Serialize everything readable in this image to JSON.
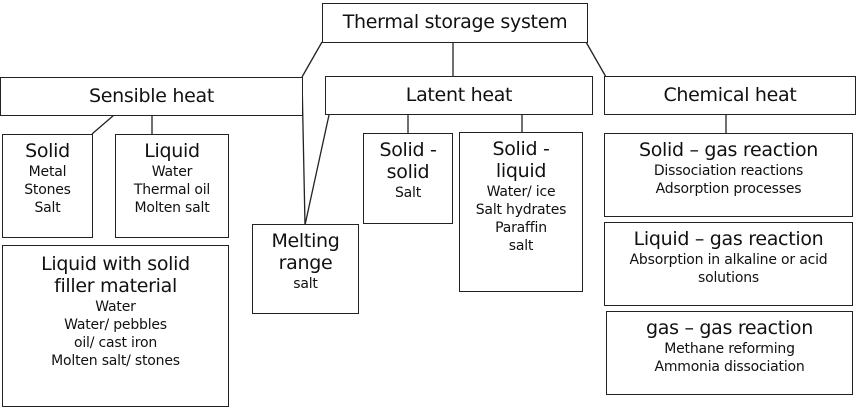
{
  "diagram": {
    "root": {
      "title": "Thermal storage system"
    },
    "sensible": {
      "title": "Sensible heat",
      "solid": {
        "title": "Solid",
        "items": [
          "Metal",
          "Stones",
          "Salt"
        ]
      },
      "liquid": {
        "title": "Liquid",
        "items": [
          "Water",
          "Thermal oil",
          "Molten salt"
        ]
      },
      "filler": {
        "title_lines": [
          "Liquid with solid",
          "filler material"
        ],
        "items": [
          "Water",
          "Water/ pebbles",
          "oil/ cast iron",
          "Molten salt/ stones"
        ]
      }
    },
    "melting": {
      "title_lines": [
        "Melting",
        "range"
      ],
      "items": [
        "salt"
      ]
    },
    "latent": {
      "title": "Latent heat",
      "solid_solid": {
        "title_lines": [
          "Solid -",
          "solid"
        ],
        "items": [
          "Salt"
        ]
      },
      "solid_liquid": {
        "title_lines": [
          "Solid -",
          "liquid"
        ],
        "items": [
          "Water/ ice",
          "Salt hydrates",
          "Paraffin",
          "salt"
        ]
      }
    },
    "chemical": {
      "title": "Chemical heat",
      "solid_gas": {
        "title": "Solid – gas reaction",
        "items": [
          "Dissociation reactions",
          "Adsorption processes"
        ]
      },
      "liquid_gas": {
        "title": "Liquid – gas reaction",
        "items": [
          "Absorption in alkaline or acid",
          "solutions"
        ]
      },
      "gas_gas": {
        "title": "gas – gas reaction",
        "items": [
          "Methane reforming",
          "Ammonia dissociation"
        ]
      }
    }
  }
}
